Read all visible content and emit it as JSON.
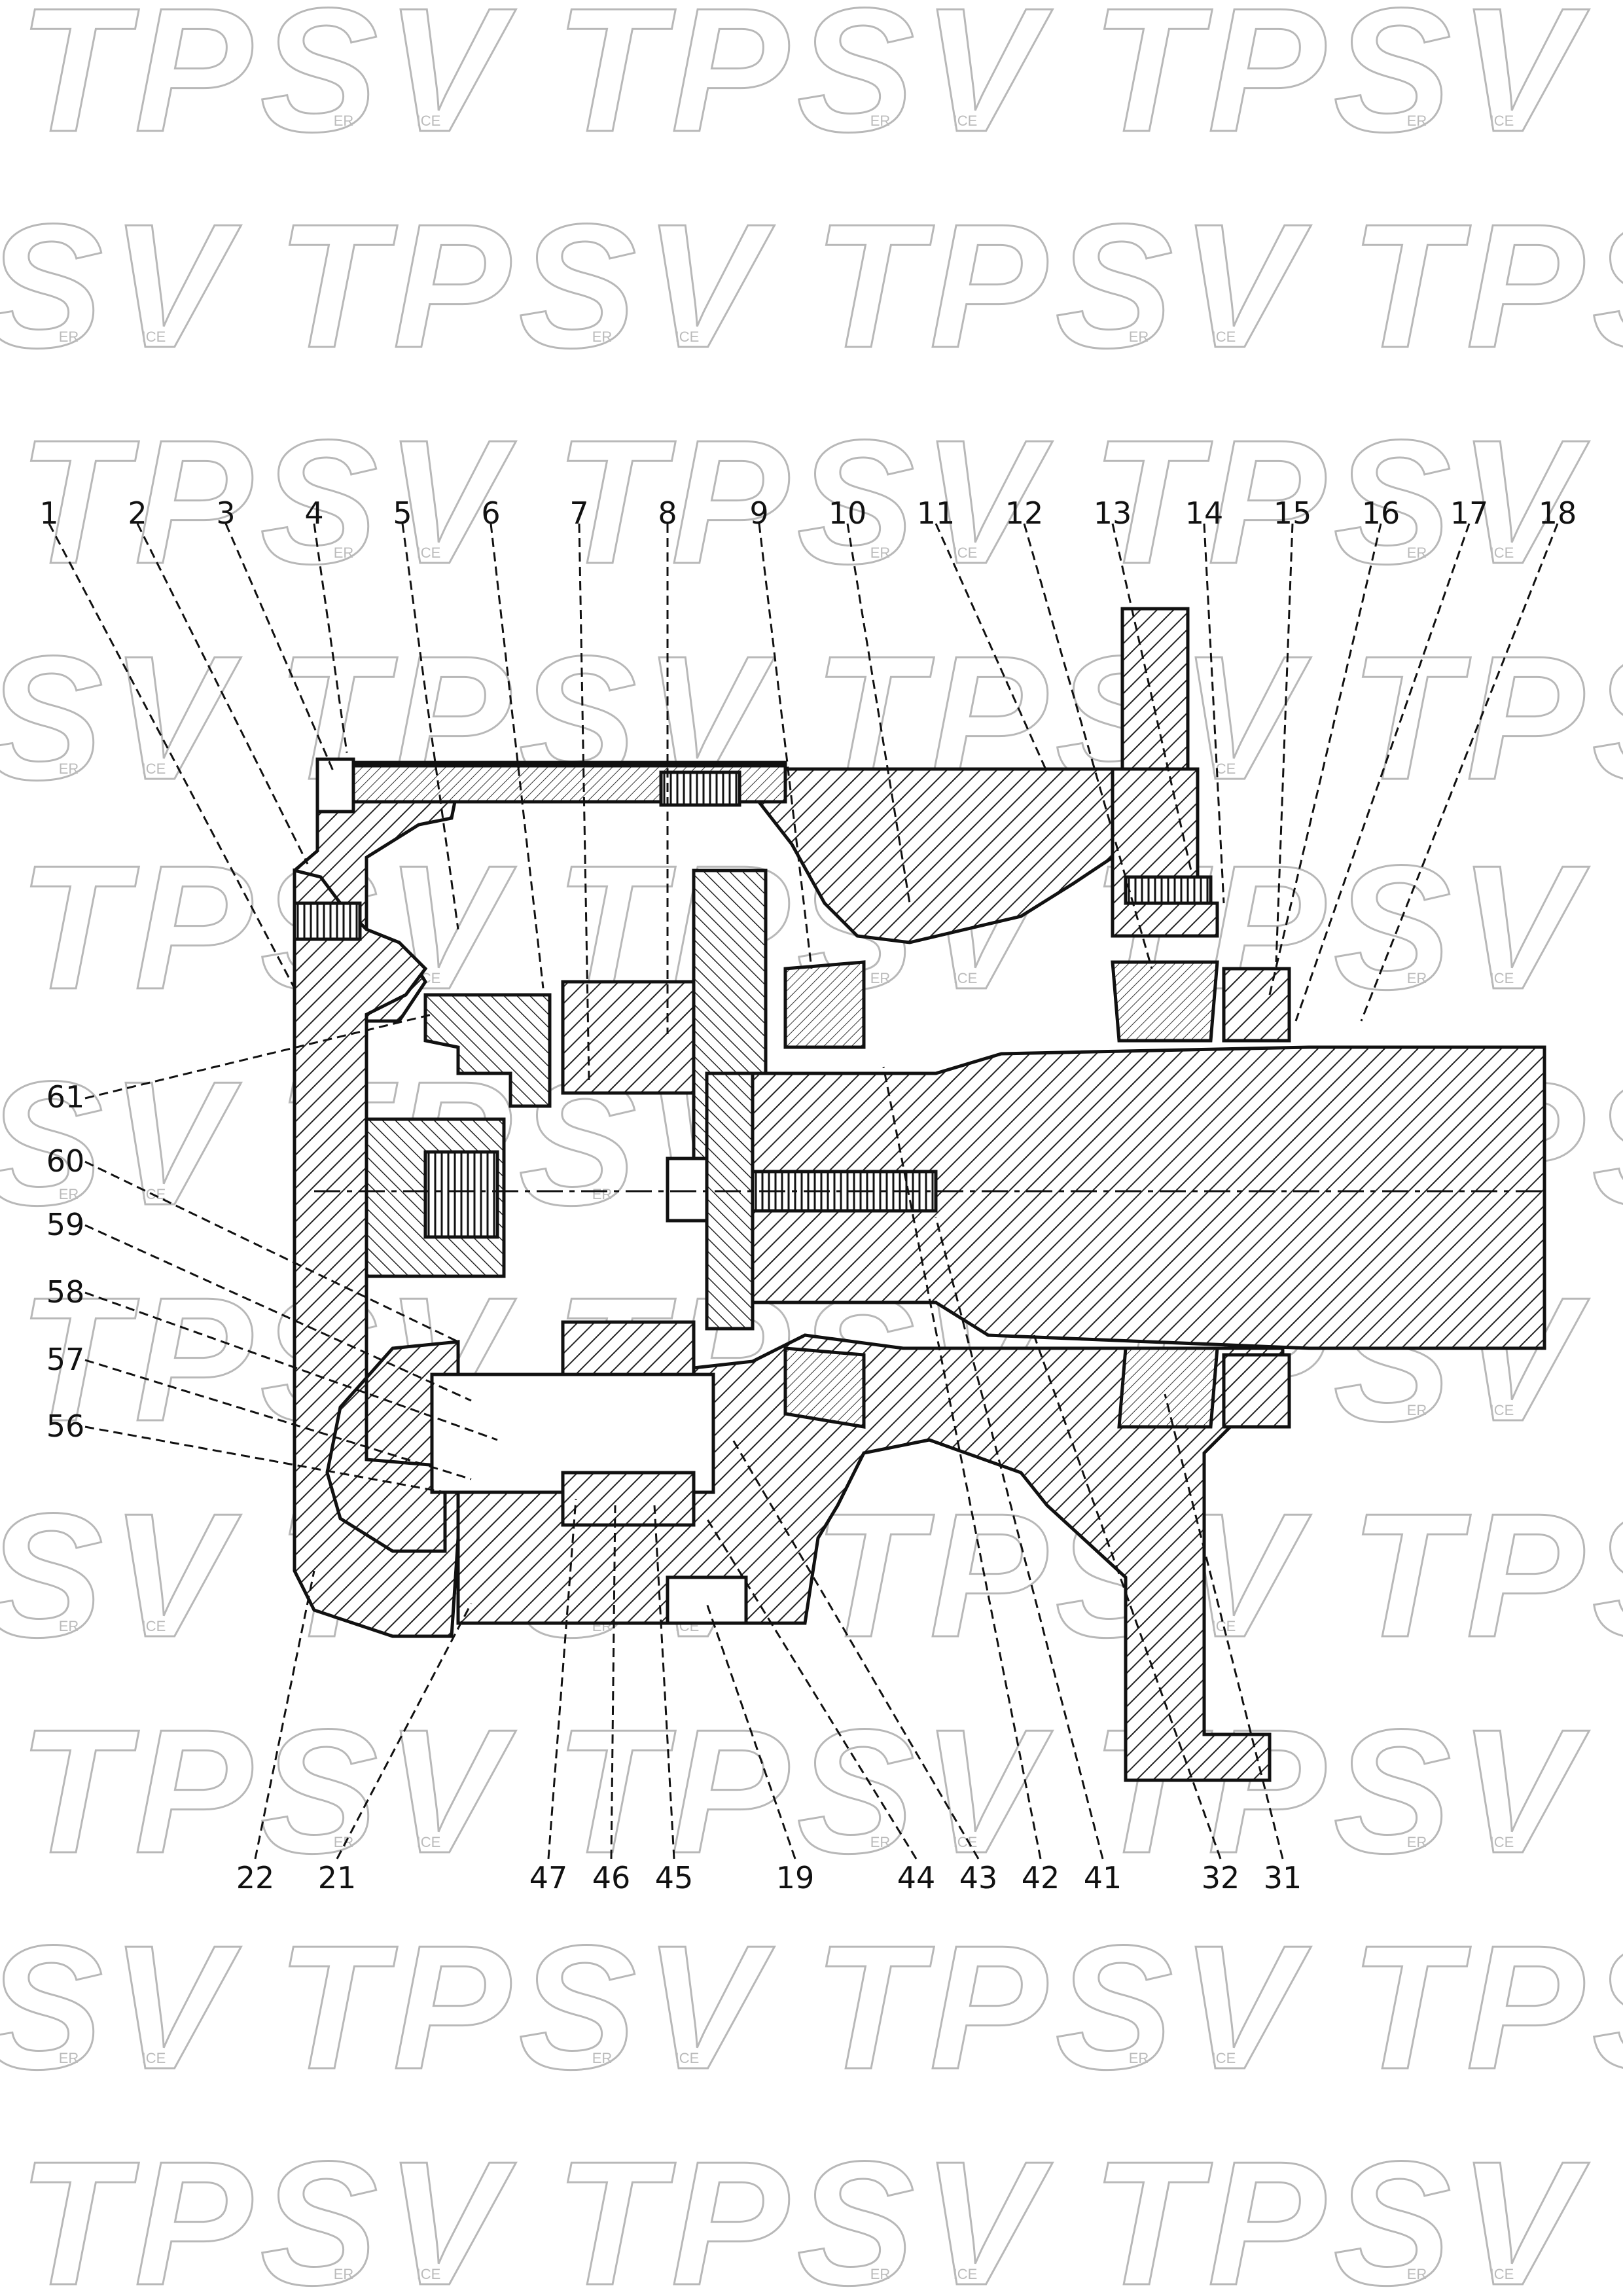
{
  "watermark": {
    "text": "TPSV",
    "sub_left": "ER",
    "sub_right": "ICE"
  },
  "top_labels": [
    "1",
    "2",
    "3",
    "4",
    "5",
    "6",
    "7",
    "8",
    "9",
    "10",
    "11",
    "12",
    "13",
    "14",
    "15",
    "16",
    "17",
    "18"
  ],
  "left_labels": [
    "61",
    "60",
    "59",
    "58",
    "57",
    "56"
  ],
  "bottom_labels": [
    "22",
    "21",
    "47",
    "46",
    "45",
    "19",
    "44",
    "43",
    "42",
    "41",
    "32",
    "31"
  ],
  "colors": {
    "ink": "#111111",
    "watermark": "#b8b8b8",
    "background": "#ffffff"
  }
}
